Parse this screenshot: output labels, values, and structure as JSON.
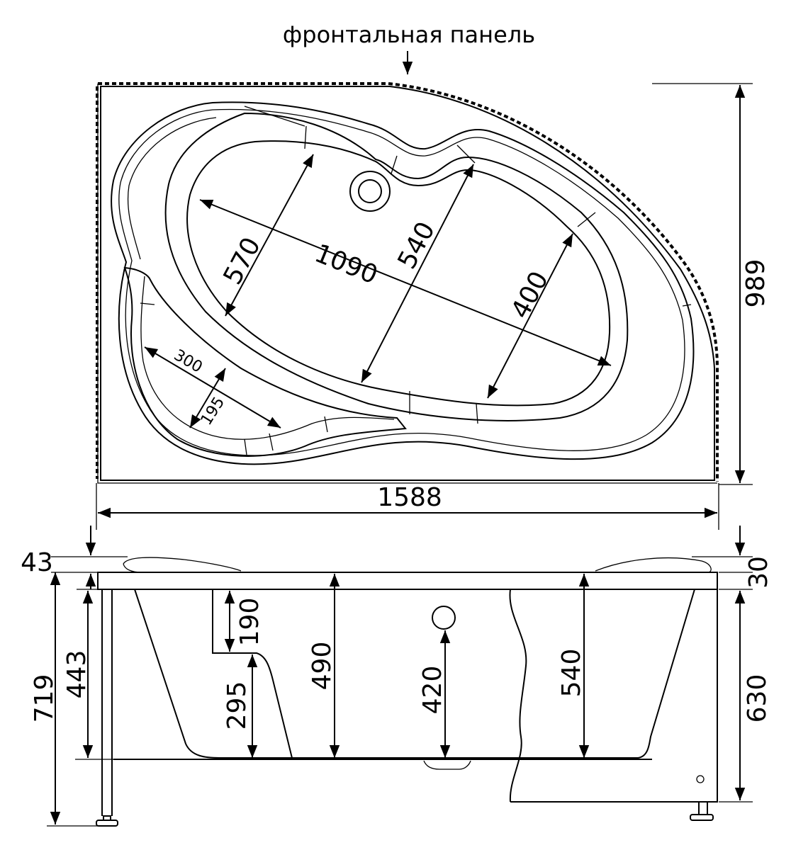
{
  "labels": {
    "front_panel": "фронтальная панель"
  },
  "plan_view": {
    "overall_length": "1588",
    "overall_width": "989",
    "inner_length": "1090",
    "width_left": "570",
    "width_middle": "540",
    "width_right": "400",
    "seat_length": "300",
    "seat_width": "195"
  },
  "side_view": {
    "rim_left": "43",
    "rim_right": "30",
    "total_height": "719",
    "depth_left": "443",
    "seat_top": "190",
    "seat_height": "295",
    "depth_center": "490",
    "drain_height": "420",
    "depth_right": "540",
    "panel_height": "630"
  }
}
